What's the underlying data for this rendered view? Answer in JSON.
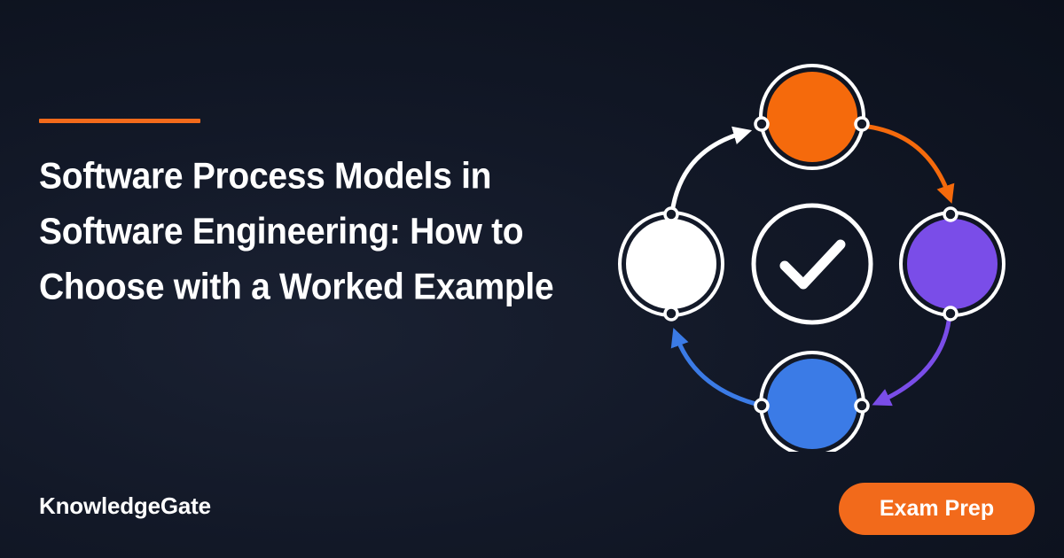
{
  "header": {
    "title_lines": [
      "Software Process Models in",
      "Software Engineering: How to",
      "Choose with a Worked Example"
    ]
  },
  "footer": {
    "brand": "KnowledgeGate",
    "tag": "Exam Prep"
  },
  "diagram": {
    "center_icon": "check-icon",
    "nodes": [
      {
        "position": "top",
        "color": "#f56a0c"
      },
      {
        "position": "right",
        "color": "#7a4de8"
      },
      {
        "position": "bottom",
        "color": "#3b7be6"
      },
      {
        "position": "left",
        "color": "#ffffff"
      }
    ],
    "arrows": [
      {
        "from": "top",
        "to": "right",
        "color": "#f56a0c"
      },
      {
        "from": "right",
        "to": "bottom",
        "color": "#7a4de8"
      },
      {
        "from": "bottom",
        "to": "left",
        "color": "#3b7be6"
      },
      {
        "from": "left",
        "to": "top",
        "color": "#ffffff"
      }
    ]
  },
  "colors": {
    "accent": "#f26a1b",
    "background": "#121827"
  }
}
